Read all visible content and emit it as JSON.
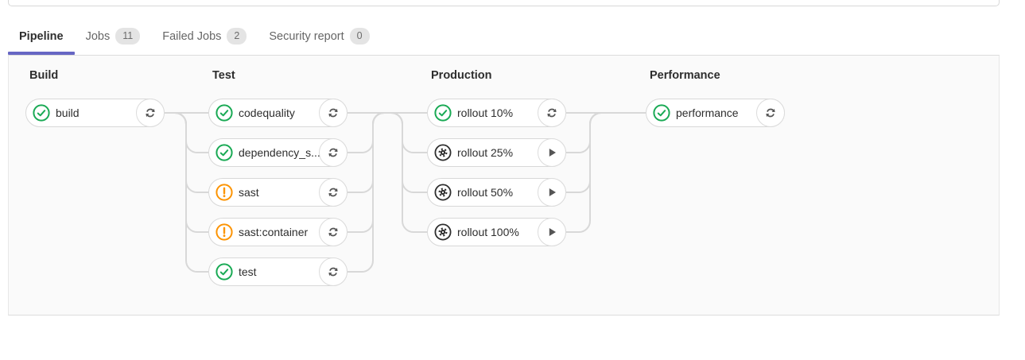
{
  "tabs": [
    {
      "label": "Pipeline",
      "active": true
    },
    {
      "label": "Jobs",
      "badge": "11"
    },
    {
      "label": "Failed Jobs",
      "badge": "2"
    },
    {
      "label": "Security report",
      "badge": "0"
    }
  ],
  "colors": {
    "accent": "#6666c4",
    "success": "#1aaa55",
    "warning": "#fc9403",
    "manual": "#2e2e2e",
    "connector": "#d8d8d8",
    "graph_background": "#fafafa"
  },
  "icons": {
    "retry": "↻",
    "play": "▶",
    "status_success": "✓ in circle",
    "status_warning": "! in circle",
    "status_manual": "⚙ in circle"
  },
  "pipeline": {
    "stages": [
      {
        "name": "Build",
        "jobs": [
          {
            "name": "build",
            "status": "success",
            "action": "retry"
          }
        ]
      },
      {
        "name": "Test",
        "jobs": [
          {
            "name": "codequality",
            "status": "success",
            "action": "retry"
          },
          {
            "name": "dependency_s...",
            "status": "success",
            "action": "retry"
          },
          {
            "name": "sast",
            "status": "warning",
            "action": "retry"
          },
          {
            "name": "sast:container",
            "status": "warning",
            "action": "retry"
          },
          {
            "name": "test",
            "status": "success",
            "action": "retry"
          }
        ]
      },
      {
        "name": "Production",
        "jobs": [
          {
            "name": "rollout 10%",
            "status": "success",
            "action": "retry"
          },
          {
            "name": "rollout 25%",
            "status": "manual",
            "action": "play"
          },
          {
            "name": "rollout 50%",
            "status": "manual",
            "action": "play"
          },
          {
            "name": "rollout 100%",
            "status": "manual",
            "action": "play"
          }
        ]
      },
      {
        "name": "Performance",
        "jobs": [
          {
            "name": "performance",
            "status": "success",
            "action": "retry"
          }
        ]
      }
    ]
  }
}
